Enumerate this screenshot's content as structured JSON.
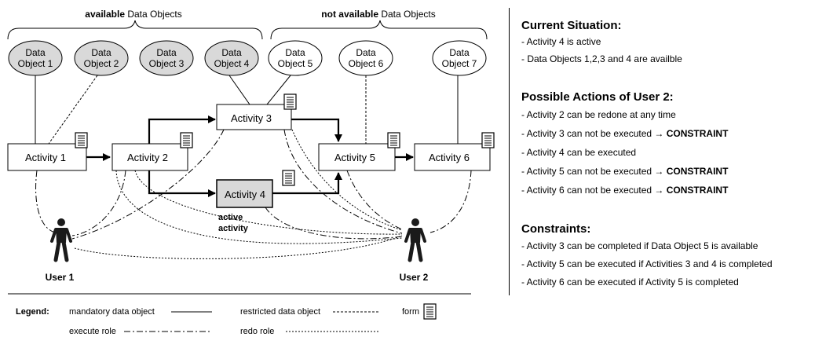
{
  "header": {
    "available_bold": "available",
    "available_rest": " Data Objects",
    "not_available_bold": "not available",
    "not_available_rest": " Data Objects"
  },
  "data_objects": [
    {
      "line1": "Data",
      "line2": "Object 1",
      "available": true
    },
    {
      "line1": "Data",
      "line2": "Object 2",
      "available": true
    },
    {
      "line1": "Data",
      "line2": "Object 3",
      "available": true
    },
    {
      "line1": "Data",
      "line2": "Object 4",
      "available": true
    },
    {
      "line1": "Data",
      "line2": "Object 5",
      "available": false
    },
    {
      "line1": "Data",
      "line2": "Object 6",
      "available": false
    },
    {
      "line1": "Data",
      "line2": "Object 7",
      "available": false
    }
  ],
  "activities": [
    {
      "label": "Activity 1",
      "active": false
    },
    {
      "label": "Activity 2",
      "active": false
    },
    {
      "label": "Activity 3",
      "active": false
    },
    {
      "label": "Activity 4",
      "active": true
    },
    {
      "label": "Activity 5",
      "active": false
    },
    {
      "label": "Activity 6",
      "active": false
    }
  ],
  "active_label": {
    "line1": "active",
    "line2": "activity"
  },
  "users": [
    {
      "label": "User 1"
    },
    {
      "label": "User 2"
    }
  ],
  "legend": {
    "title": "Legend:",
    "mandatory": "mandatory data object",
    "restricted": "restricted data object",
    "form": "form",
    "execute": "execute role",
    "redo": "redo role"
  },
  "panel": {
    "current": {
      "title": "Current Situation:",
      "items": [
        {
          "text": "- Activity 4 is active",
          "constraint": ""
        },
        {
          "text": "- Data Objects 1,2,3 and 4 are availble",
          "constraint": ""
        }
      ]
    },
    "actions": {
      "title": "Possible Actions of User 2:",
      "items": [
        {
          "text": "- Activity 2 can be redone at any time",
          "constraint": ""
        },
        {
          "text": "- Activity 3 can not be executed → ",
          "constraint": "CONSTRAINT"
        },
        {
          "text": "- Activity 4 can be executed",
          "constraint": ""
        },
        {
          "text": "- Activity 5 can not be executed → ",
          "constraint": "CONSTRAINT"
        },
        {
          "text": "- Activity 6 can not be executed → ",
          "constraint": "CONSTRAINT"
        }
      ]
    },
    "constraints": {
      "title": "Constraints:",
      "items": [
        {
          "text": "- Activity 3 can be completed if Data Object 5 is available",
          "constraint": ""
        },
        {
          "text": "- Activity 5 can be executed if Activities 3 and 4 is completed",
          "constraint": ""
        },
        {
          "text": "- Activity 6 can be executed if Activity 5  is completed",
          "constraint": ""
        }
      ]
    }
  },
  "colors": {
    "available_fill": "#d9d9d9",
    "active_fill": "#d9d9d9",
    "stroke": "#000000"
  }
}
